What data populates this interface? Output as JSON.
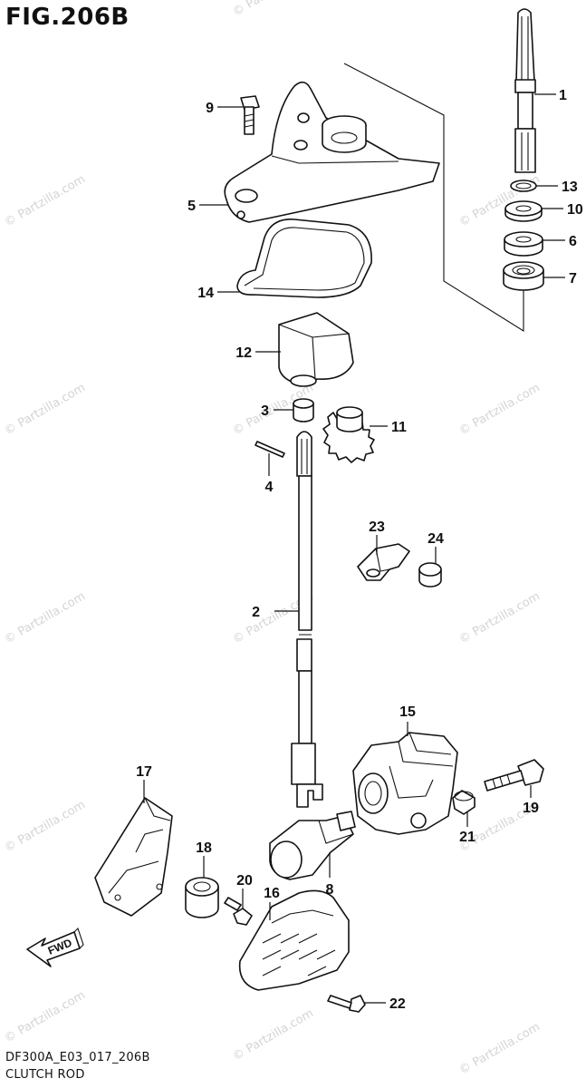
{
  "figure": {
    "title": "FIG.206B",
    "code": "DF300A_E03_017_206B",
    "name": "CLUTCH ROD",
    "fwd_label": "FWD",
    "watermark": "© Partzilla.com"
  },
  "callouts": [
    {
      "id": "c1",
      "num": "1"
    },
    {
      "id": "c2",
      "num": "2"
    },
    {
      "id": "c3",
      "num": "3"
    },
    {
      "id": "c4",
      "num": "4"
    },
    {
      "id": "c5",
      "num": "5"
    },
    {
      "id": "c6",
      "num": "6"
    },
    {
      "id": "c7",
      "num": "7"
    },
    {
      "id": "c8",
      "num": "8"
    },
    {
      "id": "c9",
      "num": "9"
    },
    {
      "id": "c10",
      "num": "10"
    },
    {
      "id": "c11",
      "num": "11"
    },
    {
      "id": "c12",
      "num": "12"
    },
    {
      "id": "c13",
      "num": "13"
    },
    {
      "id": "c14",
      "num": "14"
    },
    {
      "id": "c15",
      "num": "15"
    },
    {
      "id": "c16",
      "num": "16"
    },
    {
      "id": "c17",
      "num": "17"
    },
    {
      "id": "c18",
      "num": "18"
    },
    {
      "id": "c19",
      "num": "19"
    },
    {
      "id": "c20",
      "num": "20"
    },
    {
      "id": "c21",
      "num": "21"
    },
    {
      "id": "c22",
      "num": "22"
    },
    {
      "id": "c23",
      "num": "23"
    },
    {
      "id": "c24",
      "num": "24"
    }
  ]
}
